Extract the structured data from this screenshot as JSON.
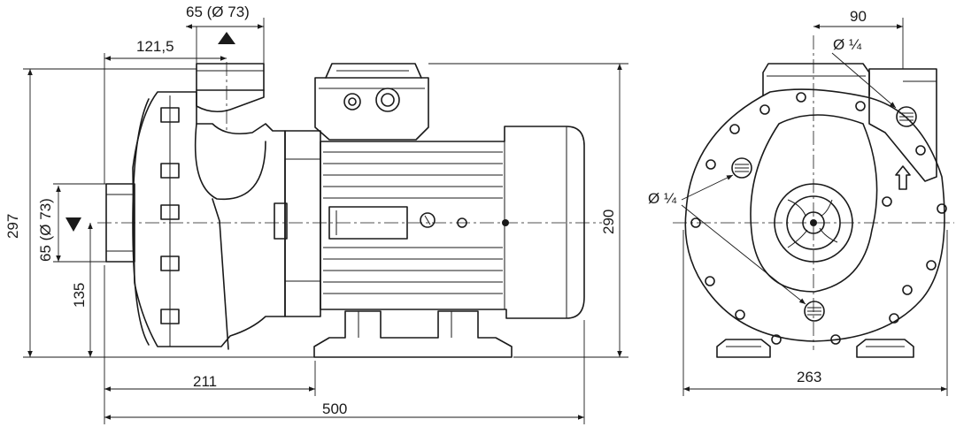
{
  "drawing": {
    "side_view": {
      "dimensions": {
        "discharge_label": "65 (Ø 73)",
        "discharge_offset": "121,5",
        "suction_label": "65 (Ø 73)",
        "axis_height": "135",
        "total_height": "297",
        "height_right": "290",
        "pump_length": "211",
        "total_length": "500"
      }
    },
    "front_view": {
      "dimensions": {
        "discharge_offset": "90",
        "drain_plug_top": "Ø ¼",
        "drain_plug_side": "Ø ¼",
        "base_width": "263"
      }
    }
  }
}
